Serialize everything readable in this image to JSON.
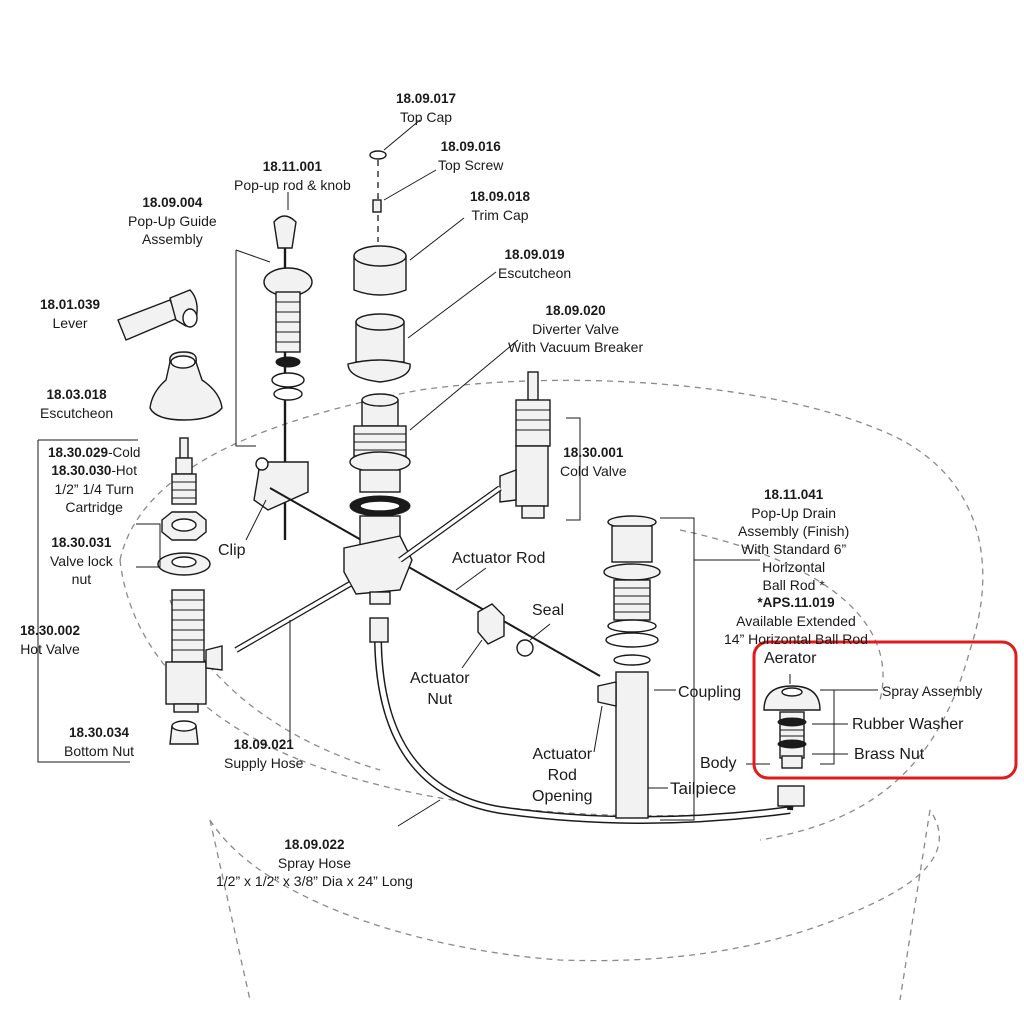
{
  "labels": {
    "top_cap": {
      "code": "18.09.017",
      "name": "Top Cap"
    },
    "top_screw": {
      "code": "18.09.016",
      "name": "Top Screw"
    },
    "popup_rod": {
      "code": "18.11.001",
      "name": "Pop-up rod & knob"
    },
    "trim_cap": {
      "code": "18.09.018",
      "name": "Trim Cap"
    },
    "popup_guide": {
      "code": "18.09.004",
      "line1": "Pop-Up Guide",
      "line2": "Assembly"
    },
    "escutcheon_top": {
      "code": "18.09.019",
      "name": "Escutcheon"
    },
    "lever": {
      "code": "18.01.039",
      "name": "Lever"
    },
    "diverter": {
      "code": "18.09.020",
      "line1": "Diverter Valve",
      "line2": "With Vacuum Breaker"
    },
    "escutcheon_left": {
      "code": "18.03.018",
      "name": "Escutcheon"
    },
    "cartridge": {
      "code1": "18.30.029",
      "suffix1": "-Cold",
      "code2": "18.30.030",
      "suffix2": "-Hot",
      "line1": "1/2” 1/4 Turn",
      "line2": "Cartridge"
    },
    "cold_valve": {
      "code": "18.30.001",
      "name": "Cold Valve"
    },
    "popup_drain": {
      "code": "18.11.041",
      "line1": "Pop-Up Drain",
      "line2": "Assembly (Finish)",
      "line3": "With Standard 6”",
      "line4": "Horizontal",
      "line5": "Ball Rod *"
    },
    "valve_lock_nut": {
      "code": "18.30.031",
      "line1": "Valve lock",
      "line2": "nut"
    },
    "aps": {
      "code": "*APS.11.019",
      "line1": "Available Extended",
      "line2": "14” Horizontal Ball Rod"
    },
    "hot_valve": {
      "code": "18.30.002",
      "name": "Hot Valve"
    },
    "bottom_nut": {
      "code": "18.30.034",
      "name": "Bottom Nut"
    },
    "supply_hose": {
      "code": "18.09.021",
      "name": "Supply Hose"
    },
    "spray_hose": {
      "code": "18.09.022",
      "line1": "Spray Hose",
      "line2": "1/2” x 1/2” x 3/8” Dia x 24” Long"
    },
    "clip": "Clip",
    "actuator_rod": "Actuator Rod",
    "seal": "Seal",
    "actuator_nut": {
      "line1": "Actuator",
      "line2": "Nut"
    },
    "coupling": "Coupling",
    "actuator_opening": {
      "line1": "Actuator",
      "line2": "Rod",
      "line3": "Opening"
    },
    "tailpiece": "Tailpiece",
    "aerator": "Aerator",
    "spray_assembly": "Spray Assembly",
    "rubber_washer": "Rubber Washer",
    "brass_nut": "Brass Nut",
    "body": "Body"
  },
  "colors": {
    "highlight_box": "#e01b1b",
    "line": "#1a1a1a",
    "dashed_outline": "#8a8a8a"
  }
}
